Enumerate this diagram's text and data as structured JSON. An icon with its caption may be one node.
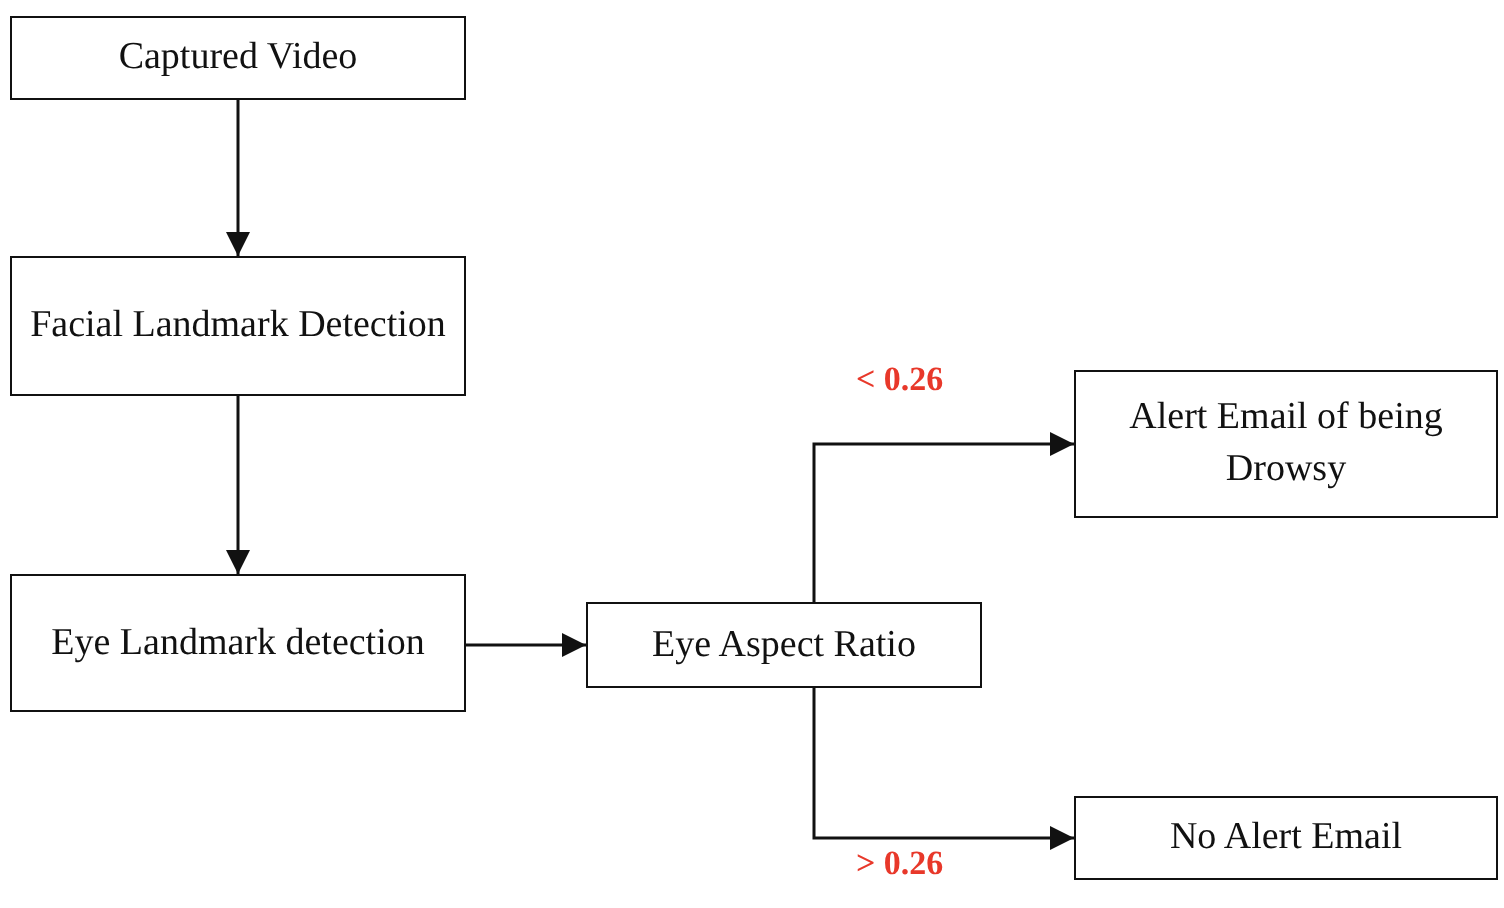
{
  "diagram": {
    "nodes": [
      {
        "text": [
          "Captured Video"
        ]
      },
      {
        "text": [
          "Facial Landmark Detection"
        ]
      },
      {
        "text": [
          "Eye Landmark detection"
        ]
      },
      {
        "text": [
          "Eye Aspect Ratio"
        ]
      },
      {
        "text": [
          "Alert Email of being Drowsy"
        ]
      },
      {
        "text": [
          "No Alert Email"
        ]
      }
    ],
    "edges": [
      {
        "from": 0,
        "to": 1,
        "arrow": "to"
      },
      {
        "from": 1,
        "to": 2,
        "arrow": "to"
      },
      {
        "from": 2,
        "to": 3,
        "arrow": "to"
      },
      {
        "from": 3,
        "to": 4,
        "arrow": "to",
        "label": "< 0.26"
      },
      {
        "from": 3,
        "to": 5,
        "arrow": "to",
        "label": "> 0.26"
      }
    ]
  }
}
